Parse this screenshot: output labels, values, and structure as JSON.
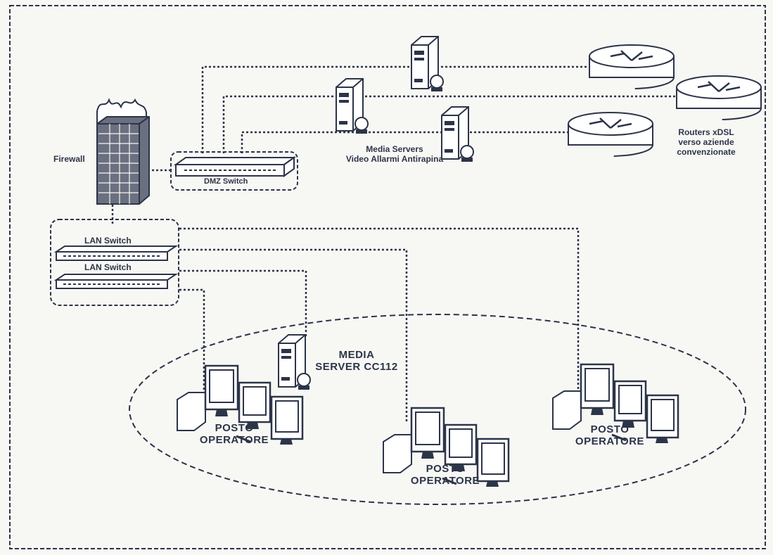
{
  "colors": {
    "ink": "#2c3448",
    "paper": "#f7f7f4",
    "box": "#ffffff"
  },
  "labels": {
    "firewall": "Firewall",
    "dmz_switch": "DMZ Switch",
    "lan_switch_1": "LAN Switch",
    "lan_switch_2": "LAN Switch",
    "media_servers_line1": "Media Servers",
    "media_servers_line2": "Video Allarmi Antirapina",
    "routers_line1": "Routers xDSL",
    "routers_line2": "verso aziende",
    "routers_line3": "convenzionate",
    "media_server_cc_line1": "MEDIA",
    "media_server_cc_line2": "SERVER CC112",
    "operator_1_line1": "POSTO",
    "operator_1_line2": "OPERATORE",
    "operator_2_line1": "POSTO",
    "operator_2_line2": "OPERATORE",
    "operator_3_line1": "POSTO",
    "operator_3_line2": "OPERATORE"
  },
  "icons": [
    "firewall-icon",
    "switch-icon",
    "server-icon",
    "router-icon",
    "workstation-icon"
  ]
}
